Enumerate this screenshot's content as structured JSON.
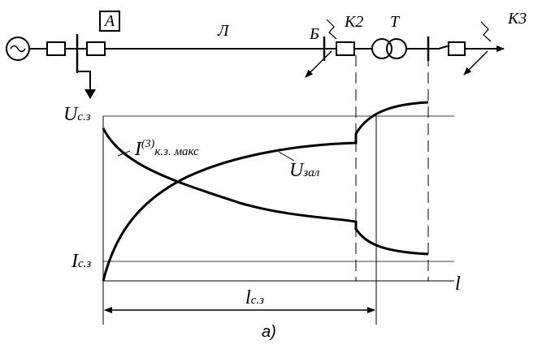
{
  "schematic": {
    "relay_box": "А",
    "line": "Л",
    "bus_b": "Б",
    "fault_k2": "К2",
    "transformer": "Т",
    "fault_k3": "К3"
  },
  "graph": {
    "u_main": "U",
    "u_sub": "с.з",
    "i_main": "I",
    "i_sub": "с.з",
    "ik_main": "I",
    "ik_sup": "(3)",
    "ik_sub": "к.з. макс",
    "uzal_main": "U",
    "uzal_sub": "зал",
    "l_axis": "l",
    "lcz_main": "l",
    "lcz_sub": "с.з"
  },
  "caption": "а)"
}
